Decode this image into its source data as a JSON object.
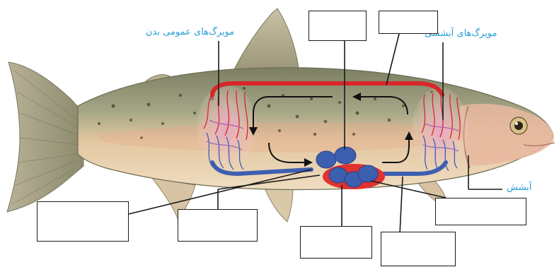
{
  "labels": {
    "body_capillaries": "مویرگ‌های عمومی بدن",
    "gill_capillaries": "مویرگ‌های آبششی",
    "gills": "آبشش"
  },
  "answer_boxes": [
    {
      "name": "answer-box-top-left",
      "text": ""
    },
    {
      "name": "answer-box-top-right",
      "text": ""
    },
    {
      "name": "answer-box-left",
      "text": ""
    },
    {
      "name": "answer-box-center-left",
      "text": ""
    },
    {
      "name": "answer-box-center",
      "text": ""
    },
    {
      "name": "answer-box-bottom-right",
      "text": ""
    },
    {
      "name": "answer-box-right",
      "text": ""
    }
  ],
  "colors": {
    "label": "#2a9fd6",
    "artery": "#d8262a",
    "vein": "#3d5fb0",
    "leader_line": "#1a1a1a",
    "fish_back": "#8a8c70",
    "fish_belly": "#e9cfa6"
  }
}
